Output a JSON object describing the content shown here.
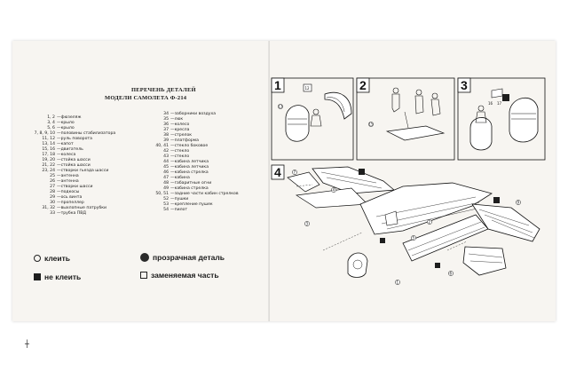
{
  "title": {
    "line1": "ПЕРЕЧЕНЬ ДЕТАЛЕЙ",
    "line2": "МОДЕЛИ САМОЛЕТА Ф-214"
  },
  "parts_left": [
    {
      "num": "1, 2",
      "name": "фюзеляж"
    },
    {
      "num": "3, 4",
      "name": "крыло"
    },
    {
      "num": "5, 6",
      "name": "крыло"
    },
    {
      "num": "7, 8, 9, 10",
      "name": "половины стабилизатора"
    },
    {
      "num": "11, 12",
      "name": "руль поворота"
    },
    {
      "num": "13, 14",
      "name": "капот"
    },
    {
      "num": "15, 16",
      "name": "двигатель"
    },
    {
      "num": "17, 18",
      "name": "колеса"
    },
    {
      "num": "19, 20",
      "name": "стойка шасси"
    },
    {
      "num": "21, 22",
      "name": "стойка шасси"
    },
    {
      "num": "23, 24",
      "name": "створки гьезда шасси"
    },
    {
      "num": "25",
      "name": "антенна"
    },
    {
      "num": "26",
      "name": "антенна"
    },
    {
      "num": "27",
      "name": "створки шасси"
    },
    {
      "num": "28",
      "name": "подкосы"
    },
    {
      "num": "29",
      "name": "ось винта"
    },
    {
      "num": "30",
      "name": "пропеллер"
    },
    {
      "num": "31, 32",
      "name": "выхлопные патрубки"
    },
    {
      "num": "33",
      "name": "трубка ПВД"
    }
  ],
  "parts_right": [
    {
      "num": "34",
      "name": "заборники воздуха"
    },
    {
      "num": "35",
      "name": "люк"
    },
    {
      "num": "36",
      "name": "колесо"
    },
    {
      "num": "37",
      "name": "кресла"
    },
    {
      "num": "38",
      "name": "стрелок"
    },
    {
      "num": "39",
      "name": "платформа"
    },
    {
      "num": "40, 41",
      "name": "стекло боковое"
    },
    {
      "num": "42",
      "name": "стекло"
    },
    {
      "num": "43",
      "name": "стекло"
    },
    {
      "num": "44",
      "name": "кабина летчика"
    },
    {
      "num": "45",
      "name": "кабина летчика"
    },
    {
      "num": "46",
      "name": "кабина стрелка"
    },
    {
      "num": "47",
      "name": "кабина"
    },
    {
      "num": "48",
      "name": "габаритные огни"
    },
    {
      "num": "49",
      "name": "кабина стрелка"
    },
    {
      "num": "50, 51",
      "name": "задние части кабин стрелков"
    },
    {
      "num": "52",
      "name": "пушки"
    },
    {
      "num": "53",
      "name": "крепление пушек"
    },
    {
      "num": "54",
      "name": "пилот"
    }
  ],
  "legend": {
    "glue": "клеить",
    "no_glue": "не клеить",
    "transparent": "прозрачная деталь",
    "replaceable": "заменяемая часть"
  },
  "steps": [
    "1",
    "2",
    "3",
    "4"
  ],
  "callouts": {
    "s1_a": "12",
    "s1_b": "13",
    "s2_a": "15",
    "s3_a": "16",
    "s3_b": "17",
    "s4_a": "3",
    "s4_b": "4",
    "s4_c": "5",
    "s4_d": "6",
    "s4_e": "7",
    "s4_f": "9",
    "s4_g": "2",
    "s4_h": "1"
  }
}
